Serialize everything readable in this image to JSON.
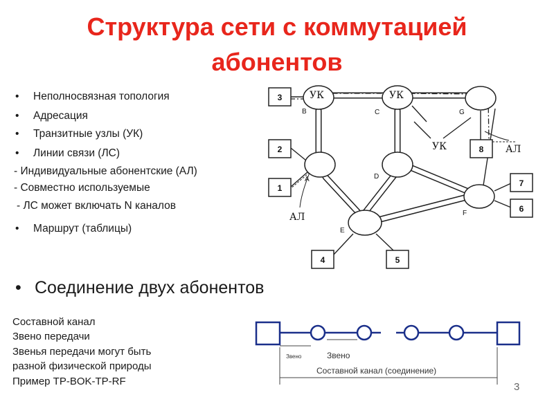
{
  "title": {
    "line1": "Структура сети с коммутацией",
    "line2": "абонентов"
  },
  "bullets": [
    "Неполносвязная топология",
    "Адресация",
    "Транзитные узлы (УК)",
    "Линии связи (ЛС)"
  ],
  "sub_items": [
    "- Индивидуальные абонентские (АЛ)",
    "- Совместно используемые",
    "- ЛС может включать N каналов"
  ],
  "route_bullet": "Маршрут  (таблицы)",
  "big_bullet": "Соединение двух абонентов",
  "lower_lines": [
    "Составной канал",
    "Звено передачи",
    "Звенья передачи могут быть",
    "разной физической природы",
    "Пример TP-BOK-TP-RF"
  ],
  "bullet_glyph": "•",
  "diagram": {
    "terminals": [
      "3",
      "2",
      "1",
      "4",
      "5",
      "8",
      "7",
      "6"
    ],
    "node_labels": [
      "УК",
      "УК",
      "УК"
    ],
    "line_labels": [
      "АЛ",
      "АЛ"
    ],
    "letters": [
      "B",
      "C",
      "G",
      "A",
      "D",
      "F",
      "E"
    ]
  },
  "chain": {
    "link_label_small": "Звено",
    "link_label": "Звено",
    "composite_label": "Составной канал  (соединение)"
  },
  "page_number": "3",
  "colors": {
    "title": "#e8261c",
    "chain_line": "#1a2f8a",
    "text": "#1a1a1a"
  }
}
